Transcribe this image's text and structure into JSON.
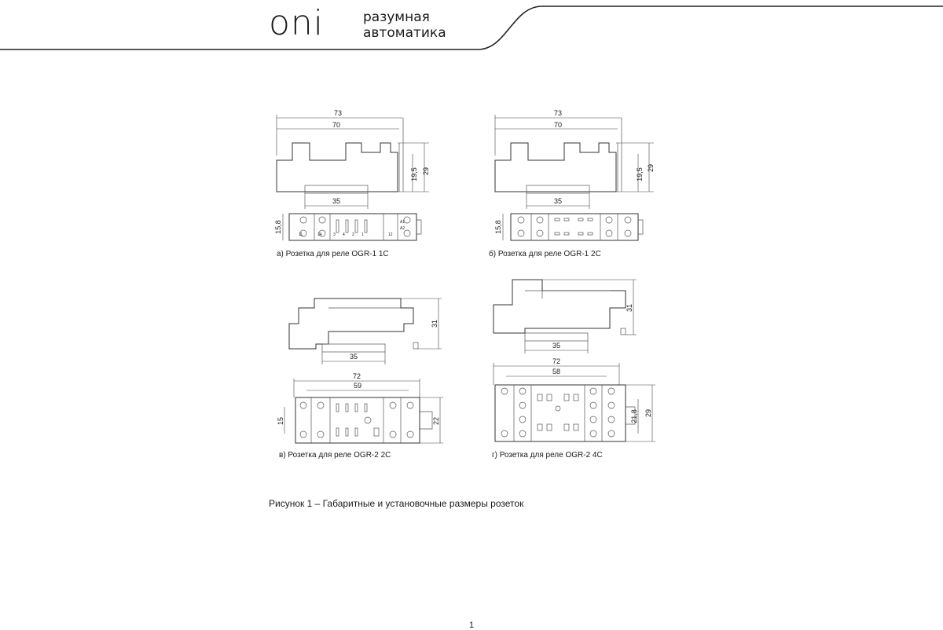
{
  "header": {
    "logo": "oni",
    "tagline_line1": "разумная",
    "tagline_line2": "автоматика"
  },
  "diagrams": [
    {
      "id": "a",
      "caption": "а) Розетка для реле OGR-1 1C",
      "dims": {
        "width_outer": "73",
        "width_inner": "70",
        "height_total": "29",
        "height_inner": "19,5",
        "rail": "35",
        "depth": "15,8"
      },
      "terminals": [
        "11",
        "14",
        "3",
        "4",
        "2",
        "1",
        "12",
        "A2",
        "A1"
      ]
    },
    {
      "id": "b",
      "caption": "б) Розетка для реле OGR-1 2C",
      "dims": {
        "width_outer": "73",
        "width_inner": "70",
        "height_total": "29",
        "height_inner": "19,5",
        "rail": "35",
        "depth": "15,8"
      }
    },
    {
      "id": "c",
      "caption": "в) Розетка для реле OGR-2 2C",
      "dims": {
        "height_total": "31",
        "rail": "35",
        "width_outer": "72",
        "width_inner": "59",
        "depth_left": "15",
        "depth_right": "22"
      }
    },
    {
      "id": "d",
      "caption": "г) Розетка для реле OGR-2 4C",
      "dims": {
        "height_total": "31",
        "rail": "35",
        "width_outer": "72",
        "width_inner": "58",
        "depth_inner": "21,8",
        "depth_outer": "29"
      }
    }
  ],
  "figure_caption": "Рисунок 1 – Габаритные и установочные размеры розеток",
  "page_number": "1"
}
